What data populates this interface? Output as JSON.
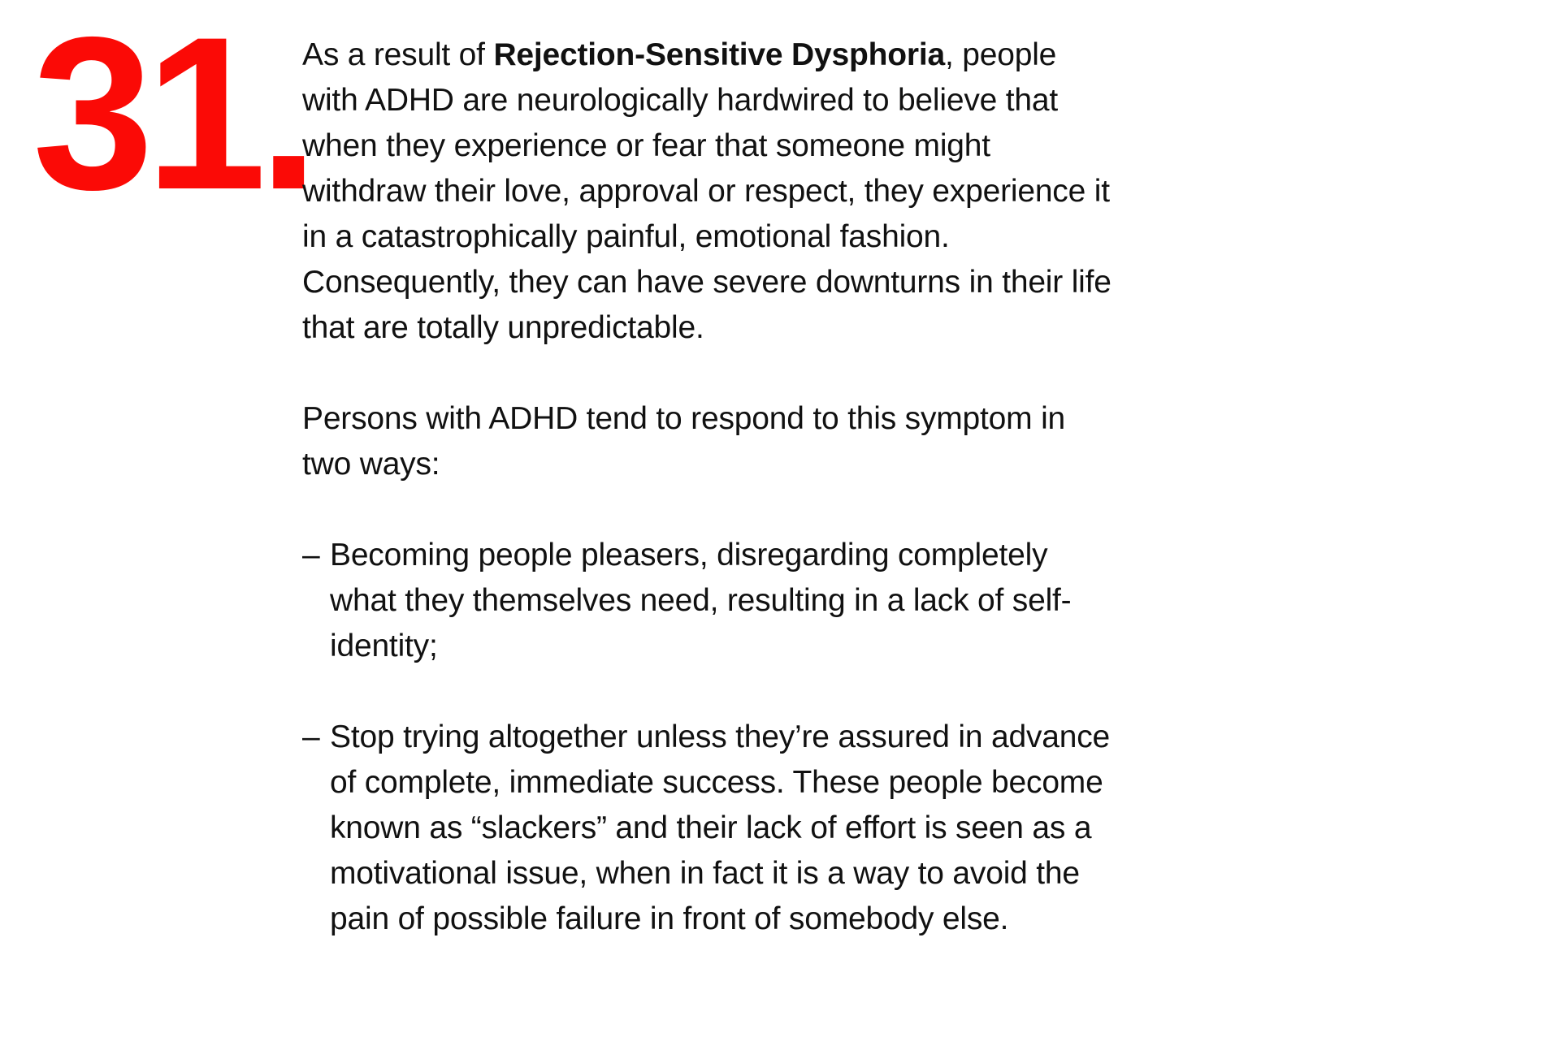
{
  "slide": {
    "number": "31.",
    "number_color": "#fb0a06",
    "background_color": "#ffffff",
    "text_color": "#111111"
  },
  "body": {
    "paragraph_1": {
      "before_bold": "As a result of ",
      "bold": "Rejection-Sensitive Dysphoria",
      "after_bold": ", people with ADHD are neurologically hardwired to believe that when they experience or fear that someone might withdraw their love, approval or respect, they experience it in a catastrophically painful, emotional fashion. Consequently, they can have severe downturns in their life that are totally unpredictable."
    },
    "paragraph_2": "Persons with ADHD tend to respond to this symptom in two ways:",
    "list_items": [
      {
        "marker": "–",
        "text": "Becoming people pleasers, disregarding completely what they themselves need, resulting in a lack of self-identity;"
      },
      {
        "marker": "–",
        "text": "Stop trying altogether unless they’re assured in advance of complete, immediate success. These people become known as “slackers” and their lack of effort is seen as a motivational issue, when in fact it is a way to avoid the pain of possible failure in front of somebody else."
      }
    ]
  }
}
